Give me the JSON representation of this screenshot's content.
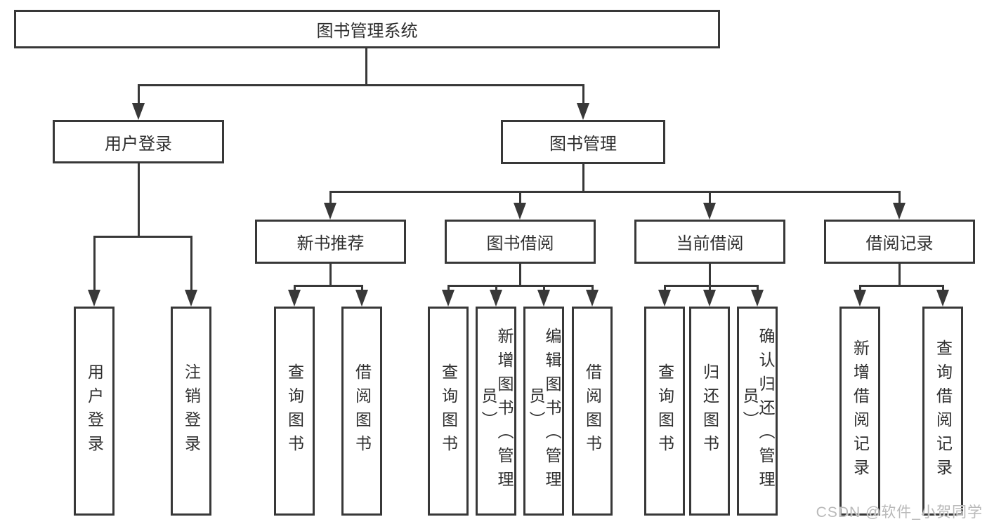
{
  "diagram": {
    "nodes": [
      {
        "id": "root",
        "label": "图书管理系统",
        "parent": null
      },
      {
        "id": "user-login",
        "label": "用户登录",
        "parent": "root"
      },
      {
        "id": "book-mgmt",
        "label": "图书管理",
        "parent": "root"
      },
      {
        "id": "new-book-rec",
        "label": "新书推荐",
        "parent": "book-mgmt"
      },
      {
        "id": "book-borrow",
        "label": "图书借阅",
        "parent": "book-mgmt"
      },
      {
        "id": "current-borrow",
        "label": "当前借阅",
        "parent": "book-mgmt"
      },
      {
        "id": "borrow-records",
        "label": "借阅记录",
        "parent": "book-mgmt"
      },
      {
        "id": "user-login-action",
        "label": "用户登录",
        "parent": "user-login"
      },
      {
        "id": "logout",
        "label": "注销登录",
        "parent": "user-login"
      },
      {
        "id": "query-books-1",
        "label": "查询图书",
        "parent": "new-book-rec"
      },
      {
        "id": "borrow-books-1",
        "label": "借阅图书",
        "parent": "new-book-rec"
      },
      {
        "id": "query-books-2",
        "label": "查询图书",
        "parent": "book-borrow"
      },
      {
        "id": "add-book-admin",
        "label": "新增图书（管理员）",
        "parent": "book-borrow"
      },
      {
        "id": "edit-book-admin",
        "label": "编辑图书（管理员）",
        "parent": "book-borrow"
      },
      {
        "id": "borrow-books-2",
        "label": "借阅图书",
        "parent": "book-borrow"
      },
      {
        "id": "query-books-3",
        "label": "查询图书",
        "parent": "current-borrow"
      },
      {
        "id": "return-books",
        "label": "归还图书",
        "parent": "current-borrow"
      },
      {
        "id": "confirm-return-admin",
        "label": "确认归还（管理员）",
        "parent": "current-borrow"
      },
      {
        "id": "add-borrow-record",
        "label": "新增借阅记录",
        "parent": "borrow-records"
      },
      {
        "id": "query-borrow-record",
        "label": "查询借阅记录",
        "parent": "borrow-records"
      }
    ],
    "colors": {
      "line": "#383838",
      "text": "#2f2f2f",
      "box_fill": "#ffffff",
      "background": "#ffffff",
      "watermark": "#b9b9b9"
    },
    "watermark": {
      "text": "CSDN @软件_小贺同学"
    }
  }
}
